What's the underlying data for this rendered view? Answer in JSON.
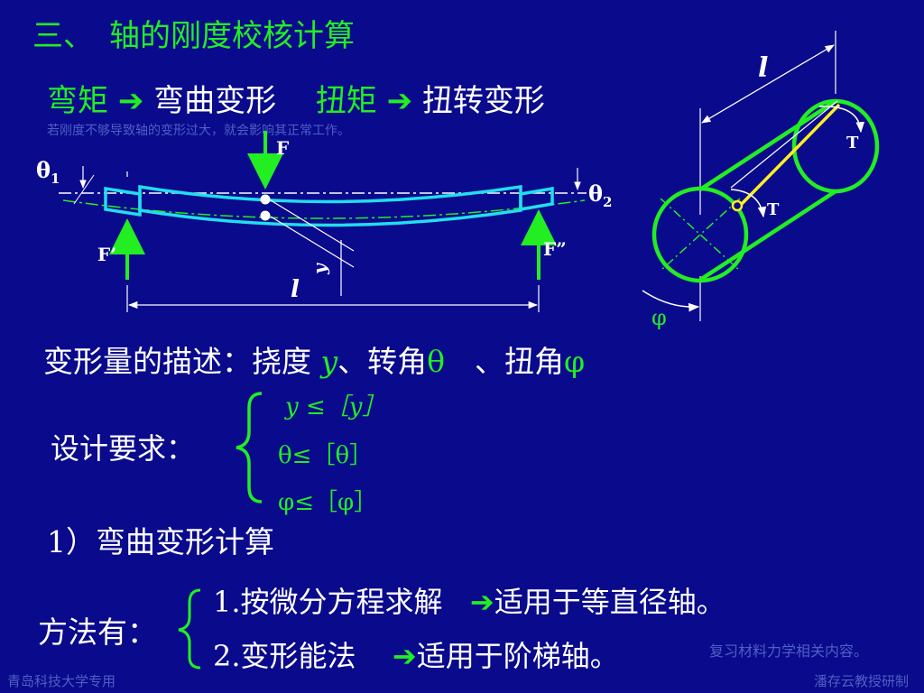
{
  "colors": {
    "background": "#0a0a8c",
    "accent": "#22ee22",
    "text": "#ffffff",
    "beam": "#22ddee",
    "shaft": "#22ee22",
    "radius": "#ffee22"
  },
  "title": "三、　轴的刚度校核计算",
  "intro": {
    "bending_moment": "弯矩",
    "arrow_icon": "right-arrow-icon",
    "bending_deform": "弯曲变形",
    "torque": "扭矩",
    "torsion_deform": "扭转变形",
    "hint": "若刚度不够导致轴的变形过大，就会影响其正常工作。"
  },
  "beam_figure": {
    "force_F": "F",
    "reaction_left": "F’",
    "reaction_right": "F”",
    "theta1": "θ",
    "theta1_sub": "1",
    "theta2": "θ",
    "theta2_sub": "2",
    "deflection": "y",
    "length": "l"
  },
  "shaft_figure": {
    "length": "l",
    "torque_top": "T",
    "torque_mid": "T",
    "twist_angle": "φ"
  },
  "description": {
    "prefix": "变形量的描述：挠度 ",
    "y": "y",
    "mid": "、转角",
    "theta": "θ",
    "gap": "　、扭角",
    "phi": "φ"
  },
  "requirements": {
    "label": "设计要求：",
    "r1": "y ≤［y］",
    "r2": "θ≤［θ］",
    "r3": "φ≤［φ］"
  },
  "section1": "1）弯曲变形计算",
  "methods": {
    "label": "方法有：",
    "m1_text": "1.按微分方程求解",
    "m1_result": "适用于等直径轴。",
    "m2_text": "2.变形能法",
    "m2_result": "适用于阶梯轴。"
  },
  "note": "复习材料力学相关内容。",
  "footer": {
    "left": "青岛科技大学专用",
    "right": "潘存云教授研制"
  }
}
